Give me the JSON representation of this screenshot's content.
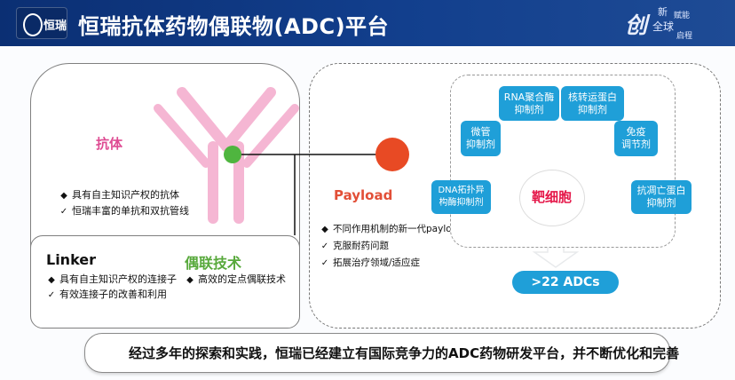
{
  "header": {
    "logo_text": "恒瑞",
    "title": "恒瑞抗体药物偶联物(ADC)平台",
    "brand_big": "创",
    "brand_small_1": "新",
    "brand_small_2": "赋能",
    "brand_small_3": "全球",
    "brand_small_4": "启程"
  },
  "left": {
    "antibody_label": "抗体",
    "antibody_items": [
      "具有自主知识产权的抗体",
      "恒瑞丰富的单抗和双抗管线"
    ],
    "linker_title": "Linker",
    "linker_items": [
      "具有自主知识产权的连接子",
      "有效连接子的改善和利用"
    ],
    "conjugation_title": "偶联技术",
    "conjugation_items": [
      "高效的定点偶联技术"
    ]
  },
  "right": {
    "payload_label": "Payload",
    "payload_items": [
      "不同作用机制的新一代payload",
      "克服耐药问题",
      "拓展治疗领域/适应症"
    ],
    "target_label": "靶细胞",
    "chips": {
      "rna_pol": "RNA聚合酶\n抑制剂",
      "nucleo": "核转运蛋白\n抑制剂",
      "micro": "微管\n抑制剂",
      "immune": "免疫\n调节剂",
      "dna": "DNA拓扑异\n构酶抑制剂",
      "apoptosis": "抗凋亡蛋白\n抑制剂"
    },
    "adcs_label": ">22 ADCs"
  },
  "footer": {
    "summary": "经过多年的探索和实践，恒瑞已经建立有国际竞争力的ADC药物研发平台，并不断优化和完善"
  },
  "colors": {
    "header": "#123f8d",
    "antibody": "#f5b6d3",
    "antibody_label": "#de4b92",
    "linker_dot": "#4fb53f",
    "payload_dot": "#e84a24",
    "chip": "#1f9fd8",
    "target_text": "#e5184a",
    "arrow": "#38b6de",
    "arrow_green": "#52b848"
  }
}
